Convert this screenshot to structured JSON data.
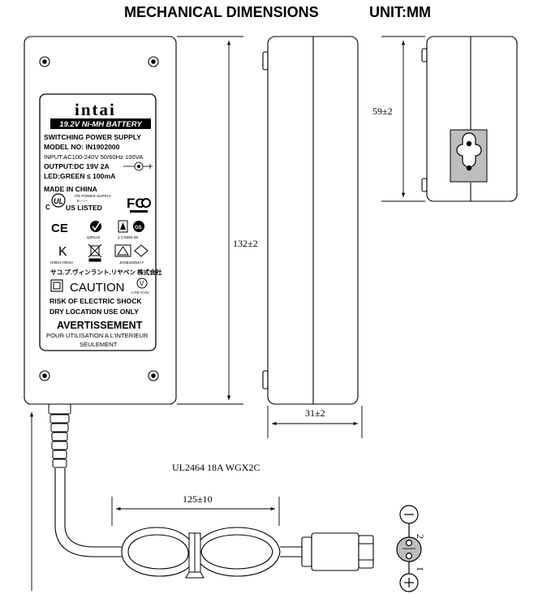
{
  "header": {
    "title": "MECHANICAL DIMENSIONS",
    "unit": "UNIT:MM"
  },
  "dimensions": {
    "length": "132±2",
    "thickness": "31±2",
    "width": "59±2",
    "cable_loop": "125±10",
    "cable_spec": "UL2464 18A WGX2C"
  },
  "label": {
    "brand": "intai",
    "battery_banner": "19.2V Ni-MH BATTERY",
    "line1": "SWITCHING POWER SUPPLY",
    "model": "MODEL NO: IN1902000",
    "input": "INPUT:AC100-240V 50/60Hz 100VA",
    "output": "OUTPUT:DC 19V 2A",
    "led": "LED:GREEN  ≤ 100mA",
    "made_in": "MADE IN CHINA",
    "ul_listed": "US LISTED",
    "ul_sub": "ITE POWER SUPPLY",
    "ul_sub2": "E-------",
    "caution": "CAUTION",
    "risk1": "RISK OF ELECTRIC SHOCK",
    "risk2": "DRY LOCATION USE ONLY",
    "avert": "AVERTISSEMENT",
    "avert_sub1": "POUR UTILISATION A L'INTERIEUR",
    "avert_sub2": "SEULEMENT",
    "japanese": "サコ.プ.ヴィンラント.リヤベン   株式会社",
    "c_mark": "C",
    "us_mark": "US",
    "ce_mark": "CE",
    "fcc_mark": "FC",
    "v_mark": "V",
    "code1": "Q06123",
    "code2": "2-1-5050-39",
    "code3": "H0801-0063A",
    "code4": "JDSB18254A7",
    "code5": "LITE-ICAV"
  },
  "connector": {
    "minus_pin": "2",
    "plus_pin": "1"
  }
}
